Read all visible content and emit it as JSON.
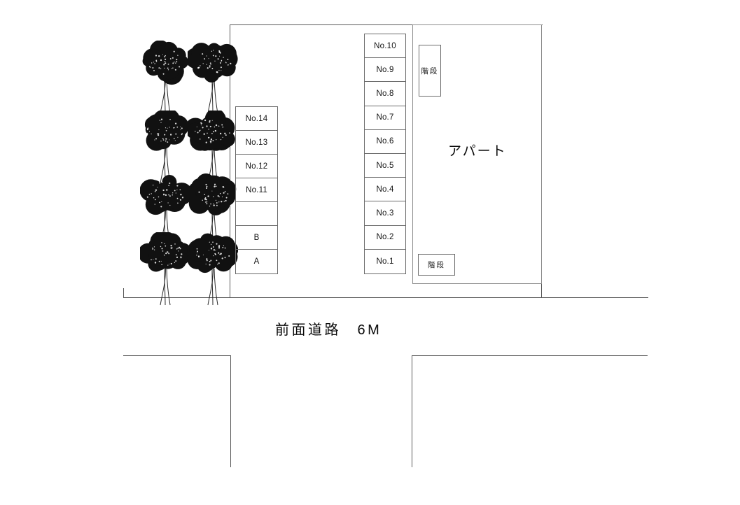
{
  "figure": {
    "type": "site-plan",
    "title_text": "前面道路 6M",
    "road_label": "前面道路　6M"
  },
  "parking_left": {
    "name": "left-parking-block",
    "cells": [
      {
        "label": "No.14"
      },
      {
        "label": "No.13"
      },
      {
        "label": "No.12"
      },
      {
        "label": "No.11"
      },
      {
        "label": ""
      },
      {
        "label": "B"
      },
      {
        "label": "A"
      }
    ]
  },
  "parking_middle": {
    "name": "middle-parking-block",
    "cells": [
      {
        "label": "No.10"
      },
      {
        "label": "No.9"
      },
      {
        "label": "No.8"
      },
      {
        "label": "No.7"
      },
      {
        "label": "No.6"
      },
      {
        "label": "No.5"
      },
      {
        "label": "No.4"
      },
      {
        "label": "No.3"
      },
      {
        "label": "No.2"
      },
      {
        "label": "No.1"
      }
    ]
  },
  "apartment": {
    "label": "アパート",
    "stairs_top": "階段",
    "stairs_bottom": "階段"
  },
  "trees": {
    "count": 8,
    "rows": 4,
    "columns": 2,
    "color": "#111111"
  },
  "colors": {
    "line": "#5a5a5a",
    "box_border": "#6b6b6b",
    "apartment_border": "#8d8d8d",
    "text": "#111111",
    "background": "#ffffff",
    "tree": "#111111"
  }
}
